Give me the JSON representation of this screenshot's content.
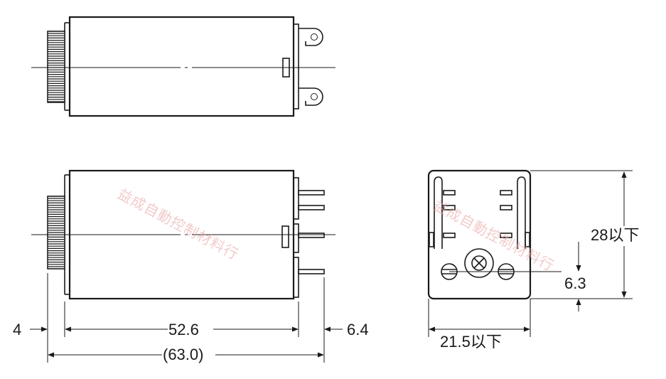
{
  "dimensions": {
    "offset_left": "4",
    "body_length": "52.6",
    "terminal_length": "6.4",
    "total_length": "(63.0)",
    "width": "21.5以下",
    "height": "28以下",
    "pin_offset": "6.3"
  },
  "watermark": {
    "text": "益成自動控制材料行",
    "color": "#e8a0a0"
  },
  "colors": {
    "line": "#1a1a1a",
    "background": "#ffffff"
  }
}
